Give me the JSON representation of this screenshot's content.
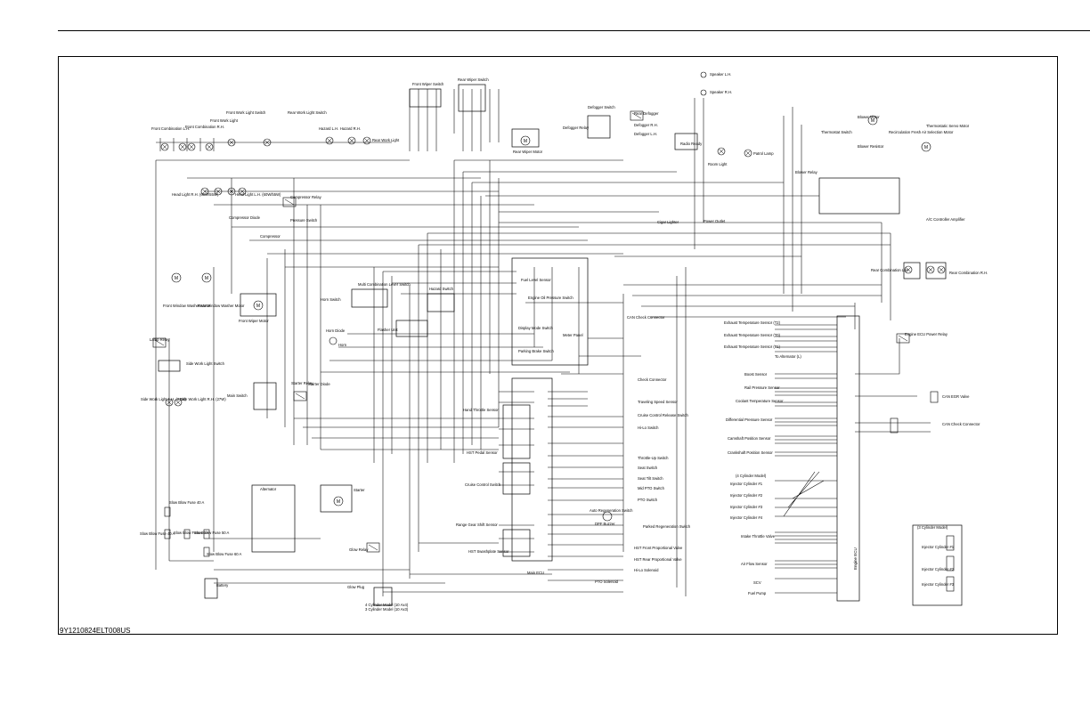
{
  "document": {
    "code": "9Y1210824ELT008US"
  },
  "components": {
    "front_comb_lh": "Front Combination L.H.",
    "front_comb_rh": "Front Combination R.H.",
    "front_work_light": "Front Work Light",
    "front_work_light_switch": "Front Work Light Switch",
    "rear_work_light_switch": "Rear Work Light Switch",
    "hazard_lh": "Hazard L.H.",
    "hazard_rh": "Hazard R.H.",
    "rear_work_light": "Rear Work Light",
    "front_wiper_switch": "Front Wiper Switch",
    "rear_wiper_switch": "Rear Wiper Switch",
    "rear_wiper_motor": "Rear Wiper Motor",
    "defogger_switch": "Defogger Switch",
    "defogger_relay": "Defogger Relay",
    "rear_defogger": "Rear Defogger",
    "defogger_rh": "Defogger R.H.",
    "defogger_lh": "Defogger L.H.",
    "speaker_lh": "Speaker L.H.",
    "speaker_rh": "Speaker R.H.",
    "radio_ready": "Radio Ready",
    "room_light": "Room Light",
    "patrol_lamp": "Patrol Lamp",
    "thermostat_switch": "Thermostat Switch",
    "blower_motor": "Blower Motor",
    "blower_resistor": "Blower Resistor",
    "recirculation_motor": "Recirculation Fresh Air Selection Motor",
    "thermostatic_servo": "Thermostatic Servo Motor",
    "blower_relay": "Blower Relay",
    "ac_amplifier": "A/C Controller Amplifier",
    "head_light_rh": "Head Light R.H. (60W/55W)",
    "head_light_lh": "Head Light L.H. (60W/55W)",
    "compressor_relay": "Compressor Relay",
    "compressor_diode": "Compressor Diode",
    "pressure_switch": "Pressure Switch",
    "compressor": "Compressor",
    "cigar_lighter": "Cigar Lighter",
    "power_outlet": "Power Outlet",
    "rear_comb_lh": "Rear Combination L.H.",
    "rear_comb_rh": "Rear Combination R.H.",
    "front_window_washer": "Front Window Washer Motor",
    "rear_window_washer": "Rear Window Washer Motor",
    "front_wiper_motor": "Front Wiper Motor",
    "horn_switch": "Horn Switch",
    "multi_comb_lever": "Multi Combination Lever Switch",
    "hazard_switch": "Hazard Switch",
    "flasher_unit": "Flasher Unit",
    "horn_diode": "Horn Diode",
    "horn": "Horn",
    "fuel_level_sensor": "Fuel Level Sensor",
    "engine_oil_switch": "Engine Oil Pressure Switch",
    "display_mode_switch": "Display Mode Switch",
    "meter_panel": "Meter Panel",
    "parking_brake_switch": "Parking Brake Switch",
    "can_check_connector": "CAN Check Connector",
    "lamp_relay": "Lamp Relay",
    "side_work_light_switch": "Side Work Light Switch",
    "side_work_light_lh": "Side Work Light L.H. (27W)",
    "side_work_light_rh": "Side Work Light R.H. (27W)",
    "main_switch": "Main Switch",
    "starter_relay": "Starter Relay",
    "starter_diode": "Starter Diode",
    "hand_throttle": "Hand Throttle Sensor",
    "hst_pedal": "HST Pedal Sensor",
    "cruise_control_switch": "Cruise Control Switch",
    "range_gear_sensor": "Range Gear Shift Sensor",
    "hst_swashplate": "HST Swashplate Sensor",
    "main_ecu": "Main ECU",
    "check_connector": "Check Connector",
    "traveling_speed": "Traveling Speed Sensor",
    "cruise_release": "Cruise Control Release Switch",
    "hi_lo_switch": "Hi-Lo Switch",
    "throttle_up": "Throttle-Up Switch",
    "seat_switch": "Seat Switch",
    "seat_tilt": "Seat Tilt Switch",
    "mid_pto": "Mid PTO Switch",
    "pto_switch": "PTO Switch",
    "auto_regen": "Auto Regeneration Switch",
    "parked_regen": "Parked Regeneration Switch",
    "dpf_buzzer": "DPF Buzzer",
    "hst_front_valve": "HST Front Proportional Valve",
    "hst_rear_valve": "HST Rear Proportional Valve",
    "hi_lo_solenoid": "Hi-Lo Solenoid",
    "pto_solenoid": "PTO Solenoid",
    "alternator": "Alternator",
    "starter": "Starter",
    "slow_blow_40a_a": "Slow Blow Fuse 40 A",
    "slow_blow_40a_b": "Slow Blow Fuse 40 A",
    "slow_blow_60a": "Slow Blow Fuse 60 A",
    "slow_blow_50a": "Slow Blow Fuse 50 A",
    "slow_blow_60a_b": "Slow Blow Fuse 60 A",
    "battery": "Battery",
    "glow_relay": "Glow Relay",
    "glow_plug": "Glow Plug",
    "cyl4_note": "4 Cylinder Model (10 Ax4)",
    "cyl3_note": "3 Cylinder Model (10 Ax3)",
    "exhaust_t2": "Exhaust Temperature Sensor (T2)",
    "exhaust_t0": "Exhaust Temperature Sensor (T0)",
    "exhaust_t1": "Exhaust Temperature Sensor (T1)",
    "alternator_l": "To Alternator (L)",
    "boost_sensor": "Boost Sensor",
    "rail_pressure": "Rail Pressure Sensor",
    "coolant_temp": "Coolant Temperature Sensor",
    "diff_pressure": "Differential Pressure Sensor",
    "camshaft": "Camshaft Position Sensor",
    "crankshaft": "Crankshaft Position Sensor",
    "cyl4_model": "(4 Cylinder Model)",
    "injector_1": "Injector Cylinder #1",
    "injector_2": "Injector Cylinder #2",
    "injector_3": "Injector Cylinder #3",
    "injector_4": "Injector Cylinder #4",
    "intake_throttle": "Intake Throttle Valve",
    "air_flow": "Air Flow Sensor",
    "scv": "SCV",
    "fuel_pump": "Fuel Pump",
    "engine_ecu": "Engine ECU",
    "engine_ecu_power_relay": "Engine ECU Power Relay",
    "can_egr_valve": "CAN EGR Valve",
    "can_check_connector_2": "CAN Check Connector",
    "cyl3_models": "(3 Cylinder Model)",
    "injector_3c_1": "Injector Cylinder #1",
    "injector_3c_2": "Injector Cylinder #2",
    "injector_3c_3": "Injector Cylinder #3"
  }
}
